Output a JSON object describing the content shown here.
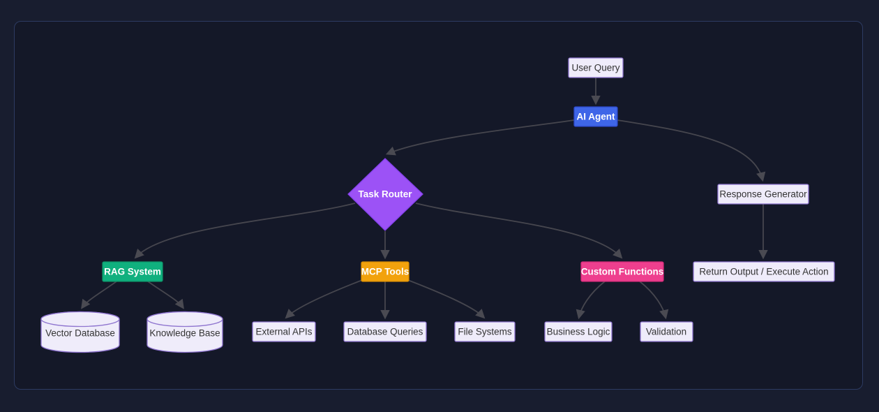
{
  "diagram": {
    "type": "flowchart",
    "direction": "top-down",
    "nodes": {
      "user_query": {
        "label": "User Query",
        "shape": "rect-light"
      },
      "ai_agent": {
        "label": "AI Agent",
        "shape": "rect-blue"
      },
      "task_router": {
        "label": "Task Router",
        "shape": "diamond-purple"
      },
      "response_generator": {
        "label": "Response Generator",
        "shape": "rect-light"
      },
      "rag_system": {
        "label": "RAG System",
        "shape": "rect-green"
      },
      "mcp_tools": {
        "label": "MCP Tools",
        "shape": "rect-orange"
      },
      "custom_functions": {
        "label": "Custom Functions",
        "shape": "rect-pink"
      },
      "return_output": {
        "label": "Return Output / Execute Action",
        "shape": "rect-light"
      },
      "vector_database": {
        "label": "Vector Database",
        "shape": "cylinder"
      },
      "knowledge_base": {
        "label": "Knowledge Base",
        "shape": "cylinder"
      },
      "external_apis": {
        "label": "External APIs",
        "shape": "rect-light"
      },
      "database_queries": {
        "label": "Database Queries",
        "shape": "rect-light"
      },
      "file_systems": {
        "label": "File Systems",
        "shape": "rect-light"
      },
      "business_logic": {
        "label": "Business Logic",
        "shape": "rect-light"
      },
      "validation": {
        "label": "Validation",
        "shape": "rect-light"
      }
    },
    "edges": [
      {
        "from": "User Query",
        "to": "AI Agent"
      },
      {
        "from": "AI Agent",
        "to": "Task Router"
      },
      {
        "from": "AI Agent",
        "to": "Response Generator"
      },
      {
        "from": "Task Router",
        "to": "RAG System"
      },
      {
        "from": "Task Router",
        "to": "MCP Tools"
      },
      {
        "from": "Task Router",
        "to": "Custom Functions"
      },
      {
        "from": "Response Generator",
        "to": "Return Output / Execute Action"
      },
      {
        "from": "RAG System",
        "to": "Vector Database"
      },
      {
        "from": "RAG System",
        "to": "Knowledge Base"
      },
      {
        "from": "MCP Tools",
        "to": "External APIs"
      },
      {
        "from": "MCP Tools",
        "to": "Database Queries"
      },
      {
        "from": "MCP Tools",
        "to": "File Systems"
      },
      {
        "from": "Custom Functions",
        "to": "Business Logic"
      },
      {
        "from": "Custom Functions",
        "to": "Validation"
      }
    ],
    "colors": {
      "canvas_outer": "#181d2f",
      "canvas_panel": "#141828",
      "panel_border": "#2d3b62",
      "edge": "#46464e",
      "arrowhead": "#4a4a52",
      "node_light": "#efecfa",
      "node_light_border": "#8e74cf",
      "agent_blue": "#3f66e8",
      "agent_blue_border": "#2c47c7",
      "router_purple": "#9c52f6",
      "router_purple_border": "#8440ec",
      "rag_green": "#10b07e",
      "rag_green_border": "#0d9468",
      "mcp_orange": "#f2a20d",
      "mcp_orange_border": "#d68d04",
      "custom_pink": "#ee3f8e",
      "custom_pink_border": "#d22a78"
    }
  }
}
